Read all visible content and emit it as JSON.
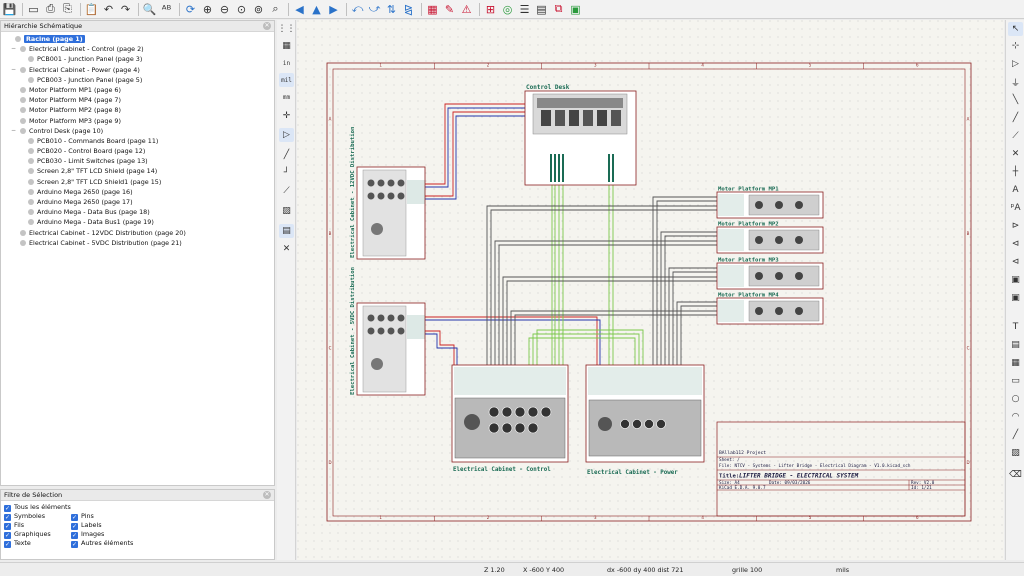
{
  "hierarchy": {
    "title": "Hiérarchie Schématique",
    "items": [
      {
        "label": "Racine (page 1)",
        "level": 0,
        "selected": true
      },
      {
        "label": "Electrical Cabinet - Control (page 2)",
        "level": 1,
        "expanded": true
      },
      {
        "label": "PCB001 - Junction Panel (page 3)",
        "level": 2
      },
      {
        "label": "Electrical Cabinet - Power (page 4)",
        "level": 1,
        "expanded": true
      },
      {
        "label": "PCB003 - Junction Panel (page 5)",
        "level": 2
      },
      {
        "label": "Motor Platform MP1 (page 6)",
        "level": 1
      },
      {
        "label": "Motor Platform MP4 (page 7)",
        "level": 1
      },
      {
        "label": "Motor Platform MP2 (page 8)",
        "level": 1
      },
      {
        "label": "Motor Platform MP3 (page 9)",
        "level": 1
      },
      {
        "label": "Control Desk (page 10)",
        "level": 1,
        "expanded": true
      },
      {
        "label": "PCB010 - Commands Board (page 11)",
        "level": 2
      },
      {
        "label": "PCB020 - Control Board (page 12)",
        "level": 2
      },
      {
        "label": "PCB030 - Limit Switches (page 13)",
        "level": 2
      },
      {
        "label": "Screen 2,8\" TFT LCD Shield (page 14)",
        "level": 2
      },
      {
        "label": "Screen 2,8\" TFT LCD Shield1 (page 15)",
        "level": 2
      },
      {
        "label": "Arduino Mega 2650 (page 16)",
        "level": 2
      },
      {
        "label": "Arduino Mega 2650 (page 17)",
        "level": 2
      },
      {
        "label": "Arduino Mega - Data Bus (page 18)",
        "level": 2
      },
      {
        "label": "Arduino Mega - Data Bus1 (page 19)",
        "level": 2
      },
      {
        "label": "Electrical Cabinet - 12VDC Distribution (page 20)",
        "level": 1
      },
      {
        "label": "Electrical Cabinet - 5VDC Distribution (page 21)",
        "level": 1
      }
    ]
  },
  "filter": {
    "title": "Filtre de Sélection",
    "items": [
      {
        "label": "Tous les éléments",
        "checked": true
      },
      {
        "label": "Symboles",
        "checked": true
      },
      {
        "label": "Pins",
        "checked": true
      },
      {
        "label": "Fils",
        "checked": true
      },
      {
        "label": "Labels",
        "checked": true
      },
      {
        "label": "Graphiques",
        "checked": true
      },
      {
        "label": "Images",
        "checked": true
      },
      {
        "label": "Texte",
        "checked": true
      },
      {
        "label": "Autres éléments",
        "checked": true
      }
    ]
  },
  "left_toolbar": {
    "units_in": "in",
    "units_mil": "mil",
    "units_mm": "mm"
  },
  "schematic": {
    "sheets": {
      "control_desk": "Control Desk",
      "cab_12v": "Electrical Cabinet - 12VDC Distribution",
      "cab_5v": "Electrical Cabinet - 5VDC Distribution",
      "cab_control": "Electrical Cabinet - Control",
      "cab_power": "Electrical Cabinet - Power",
      "mp1": "Motor Platform MP1",
      "mp2": "Motor Platform MP2",
      "mp3": "Motor Platform MP3",
      "mp4": "Motor Platform MP4"
    },
    "border": {
      "cols": [
        "1",
        "2",
        "3",
        "4",
        "5",
        "6"
      ],
      "rows": [
        "A",
        "B",
        "C",
        "D"
      ]
    },
    "title_block": {
      "company": "BAllab112 Project",
      "sheet": "Sheet: /",
      "file": "File: NTCV - Systems - Lifter Bridge - Electrical Diagram - V1.0.kicad_sch",
      "title_label": "Title:",
      "title": "LIFTER BRIDGE - ELECTRICAL SYSTEM",
      "size": "Size: A4",
      "date": "Date: 09/03/2026",
      "rev": "Rev: V2.0",
      "tool": "KiCad E.D.A. 9.0.7",
      "id": "Id: 1/21"
    }
  },
  "status": {
    "zoom": "Z 1.20",
    "cursor": "X -600  Y 400",
    "delta": "dx -600  dy 400  dist 721",
    "grid": "grille 100",
    "units": "mils"
  },
  "colors": {
    "border": "#8b1e1e",
    "sheet_text": "#1a6b54",
    "wire_red": "#cc2222",
    "wire_blue": "#2233aa",
    "wire_green": "#7ac94a",
    "wire_gray": "#555555",
    "selection": "#2f6fdb"
  }
}
